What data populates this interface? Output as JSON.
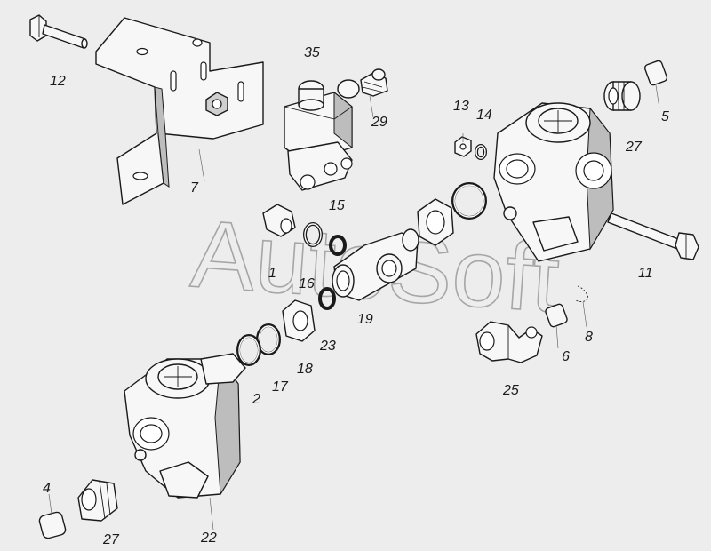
{
  "watermark": "AutoSoft",
  "labels": {
    "l1": "1",
    "l2": "2",
    "l4": "4",
    "l5": "5",
    "l6": "6",
    "l7": "7",
    "l8": "8",
    "l11": "11",
    "l12": "12",
    "l13": "13",
    "l14": "14",
    "l15": "15",
    "l16": "16",
    "l17": "17",
    "l18": "18",
    "l19": "19",
    "l22": "22",
    "l23": "23",
    "l25": "25",
    "l27a": "27",
    "l27b": "27",
    "l29": "29",
    "l35": "35"
  }
}
